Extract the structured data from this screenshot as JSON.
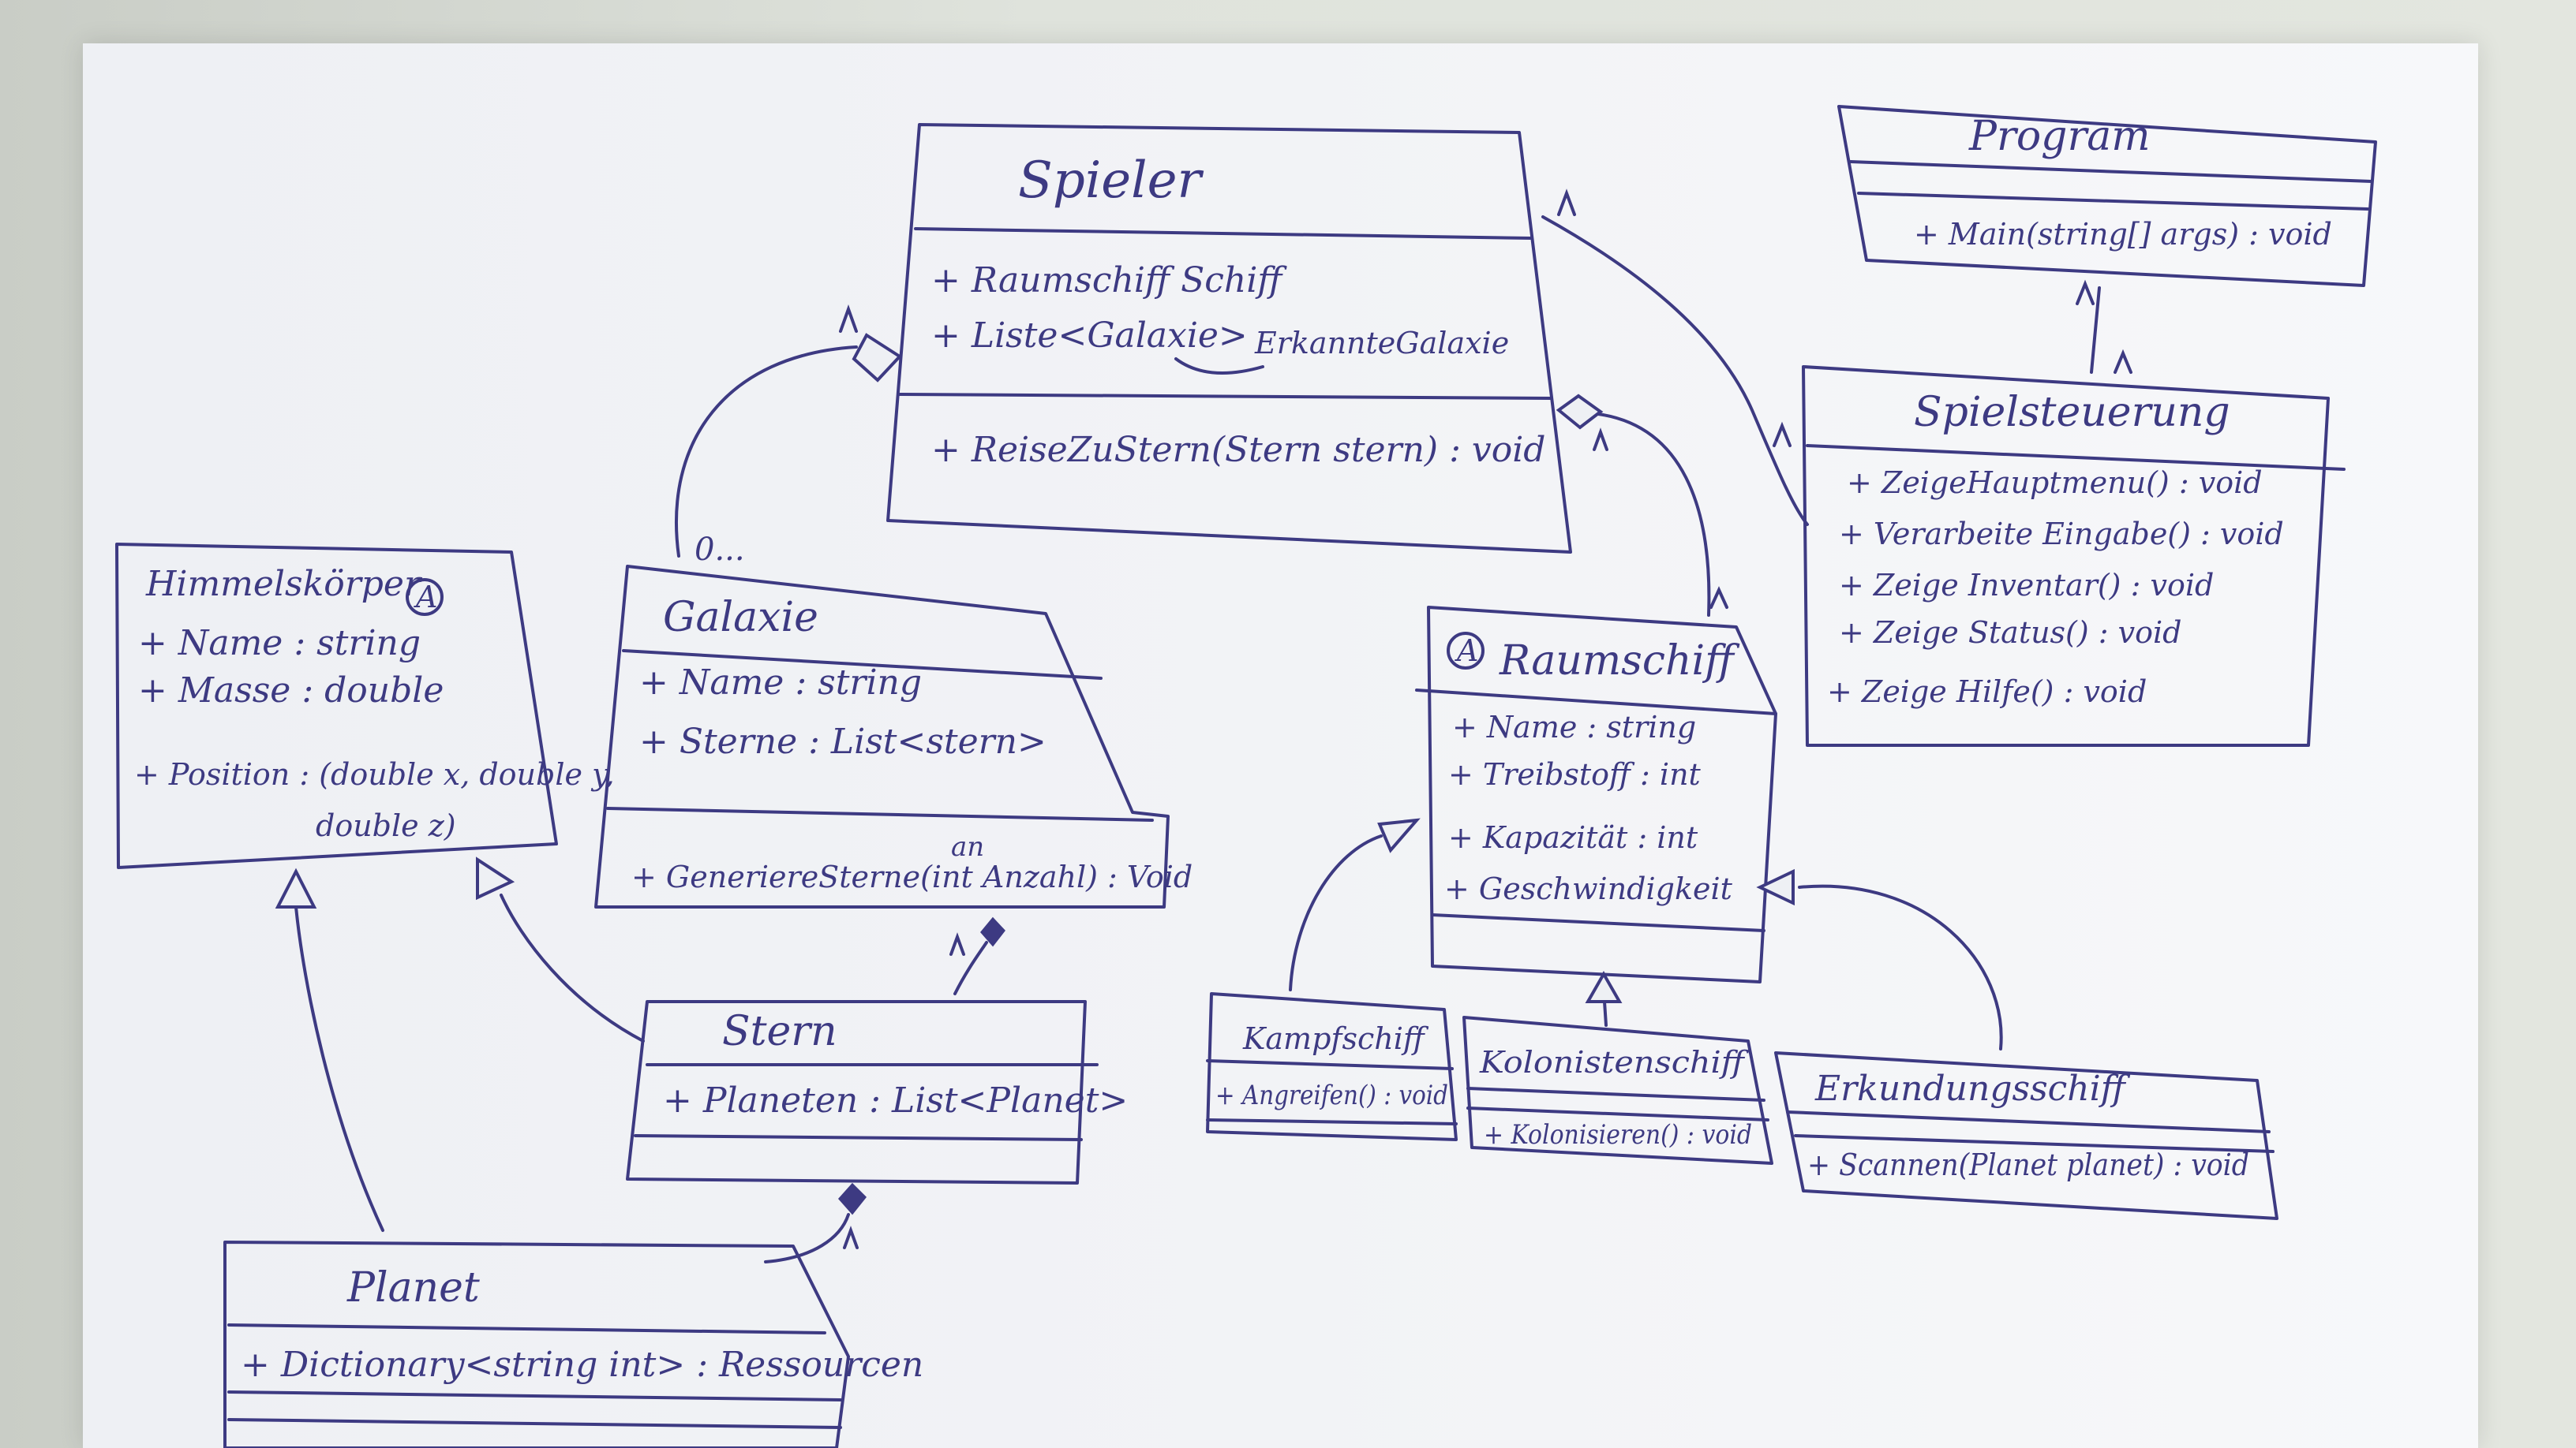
{
  "diagram": {
    "classes": {
      "spieler": {
        "name": "Spieler",
        "attributes": [
          "+ Raumschiff Schiff",
          "+ Liste<Galaxie>",
          "ErkannteGalaxie"
        ],
        "methods": [
          "+ ReiseZuStern(Stern stern) : void"
        ]
      },
      "program": {
        "name": "Program",
        "methods": [
          "+ Main(string[] args) : void"
        ]
      },
      "spielsteuerung": {
        "name": "Spielsteuerung",
        "methods": [
          "+ ZeigeHauptmenu() : void",
          "+ Verarbeite Eingabe() : void",
          "+ Zeige Inventar() : void",
          "+ Zeige Status() : void",
          "+ Zeige Hilfe() : void"
        ]
      },
      "himmelskoerper": {
        "name": "Himmelskörper",
        "abstract_marker": "A",
        "attributes": [
          "+ Name : string",
          "+ Masse : double",
          "+ Position : (double x, double y,",
          "double z)"
        ]
      },
      "galaxie": {
        "name": "Galaxie",
        "attributes": [
          "+ Name : string",
          "+ Sterne : List<stern>"
        ],
        "methods": [
          "+ GeneriereSterne(int Anzahl) : Void"
        ],
        "note": "an"
      },
      "stern": {
        "name": "Stern",
        "attributes": [
          "+ Planeten : List<Planet>"
        ]
      },
      "planet": {
        "name": "Planet",
        "attributes": [
          "+ Dictionary<string int> : Ressourcen"
        ]
      },
      "raumschiff": {
        "name": "Raumschiff",
        "abstract_marker": "A",
        "attributes": [
          "+ Name : string",
          "+ Treibstoff : int",
          "+ Kapazität : int",
          "+ Geschwindigkeit"
        ]
      },
      "kampfschiff": {
        "name": "Kampfschiff",
        "methods": [
          "+ Angreifen() : void"
        ]
      },
      "kolonistenschiff": {
        "name": "Kolonistenschiff",
        "methods": [
          "+ Kolonisieren() : void"
        ]
      },
      "erkundungsschiff": {
        "name": "Erkundungsschiff",
        "methods": [
          "+ Scannen(Planet planet) : void"
        ]
      }
    },
    "multiplicity": {
      "galaxie_spieler": "0..."
    },
    "colors": {
      "ink": "#3d3a82",
      "paper": "#eef0f4",
      "wall": "#d8dcd5"
    }
  }
}
